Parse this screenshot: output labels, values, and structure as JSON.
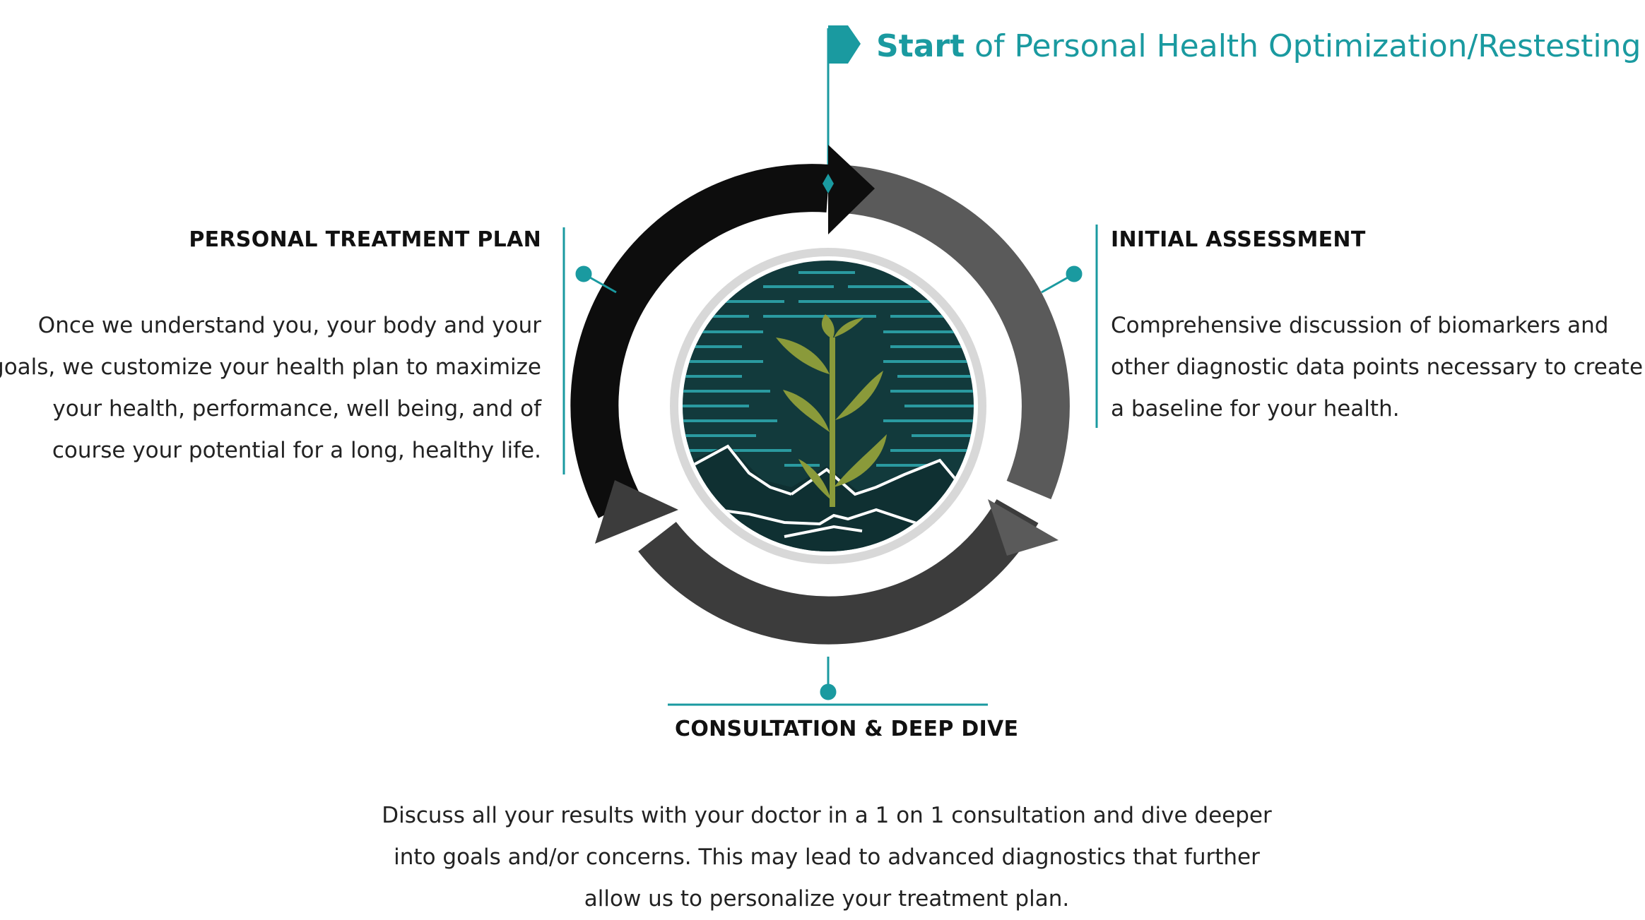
{
  "title": {
    "bold": "Start",
    "rest": " of Personal Health Optimization/Restesting"
  },
  "steps": [
    {
      "heading": "INITIAL ASSESSMENT",
      "text": "Comprehensive discussion of biomarkers and other diagnostic data points necessary to create a baseline for your health."
    },
    {
      "heading": "CONSULTATION  & DEEP DIVE",
      "text": "Discuss all your results with your doctor in a 1 on 1 consultation and dive deeper into goals and/or concerns. This may lead to advanced diagnostics that further allow us to personalize your treatment plan."
    },
    {
      "heading": "PERSONAL TREATMENT PLAN",
      "text": "Once we understand you, your body and your goals, we customize your health plan to maximize your health, performance, well being, and of course your potential for a long, healthy life."
    }
  ],
  "colors": {
    "accent": "#1a9aa0",
    "arrow_black": "#0d0d0d",
    "arrow_gray": "#5a5a5a",
    "arrow_dark": "#3c3c3c",
    "emblem_bg": "#123a3c",
    "leaf": "#8a9a3a"
  }
}
